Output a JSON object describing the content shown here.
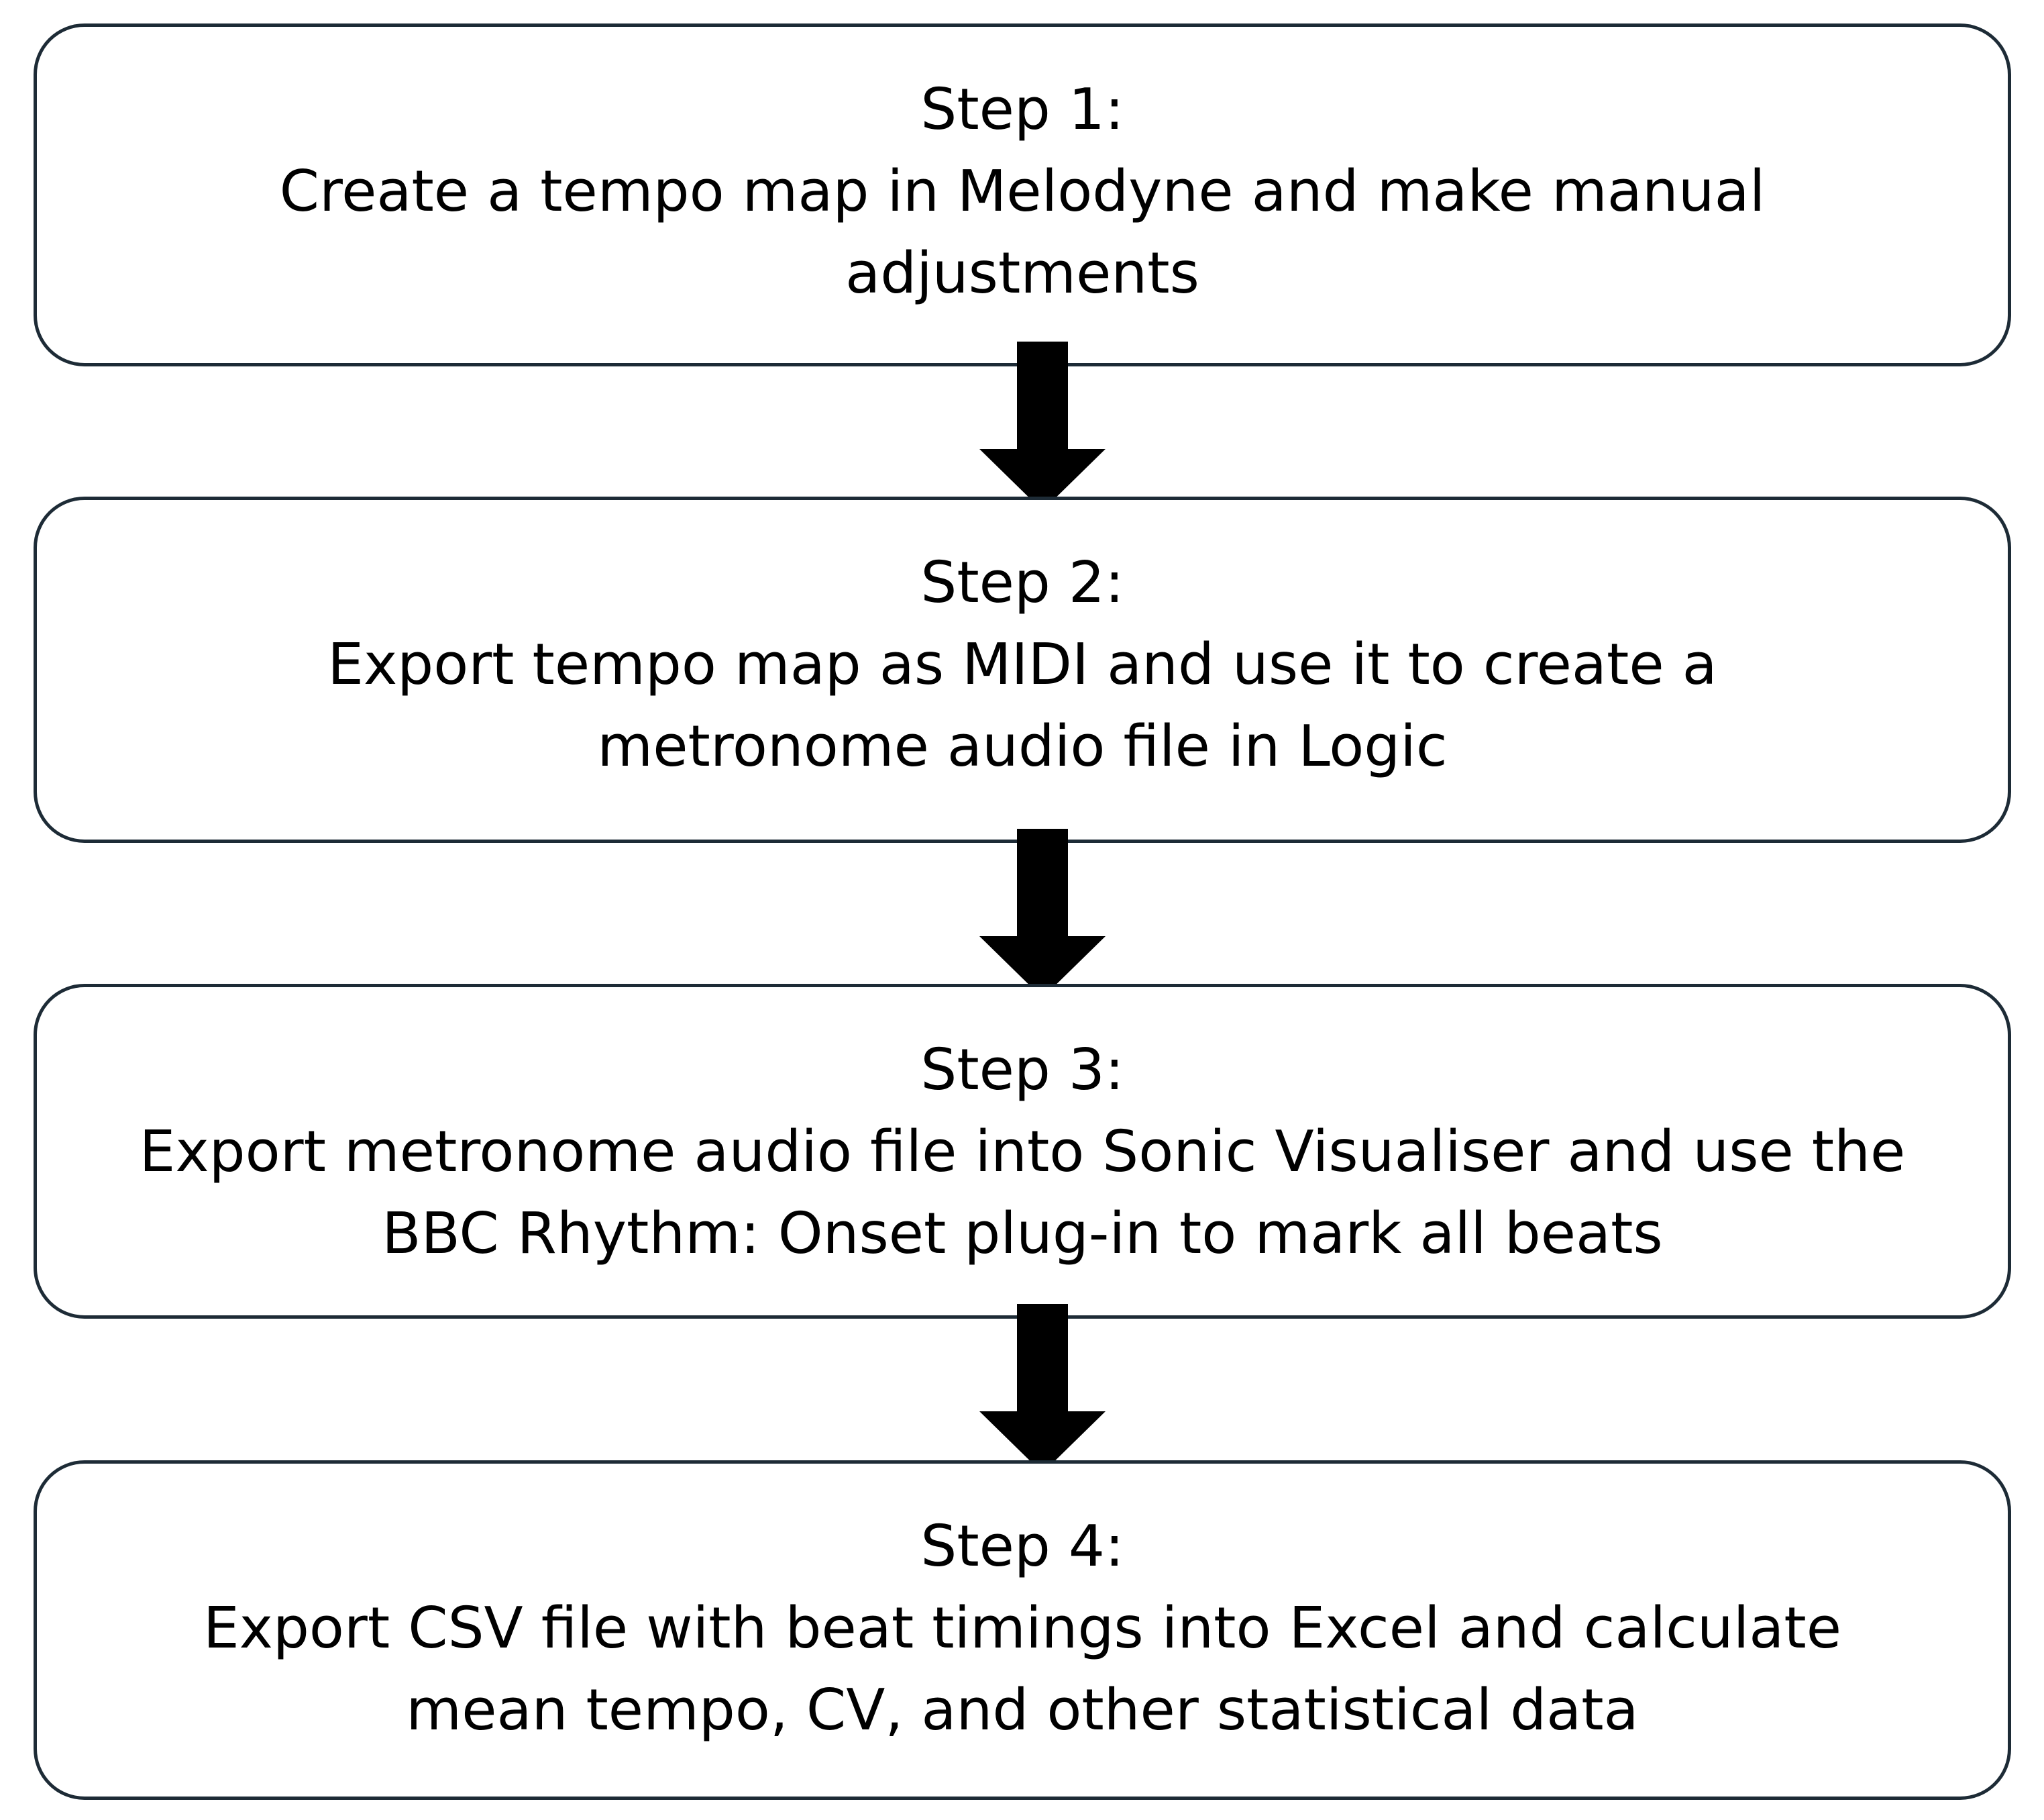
{
  "steps": [
    {
      "title": "Step 1:",
      "lines": [
        "Create a tempo map in Melodyne and make manual",
        "adjustments"
      ]
    },
    {
      "title": "Step 2:",
      "lines": [
        "Export tempo map as MIDI and use it to create a",
        "metronome audio file in Logic"
      ]
    },
    {
      "title": "Step 3:",
      "lines": [
        "Export metronome audio file into Sonic Visualiser and use the",
        "BBC Rhythm: Onset plug-in to mark all beats"
      ]
    },
    {
      "title": "Step 4:",
      "lines": [
        "Export CSV file with beat timings into Excel and calculate",
        "mean tempo, CV, and other statistical data"
      ]
    }
  ],
  "colors": {
    "box_border": "#1d2b36",
    "arrow_fill": "#000000",
    "background": "#ffffff"
  },
  "icons": {
    "connector": "down-arrow-icon"
  }
}
